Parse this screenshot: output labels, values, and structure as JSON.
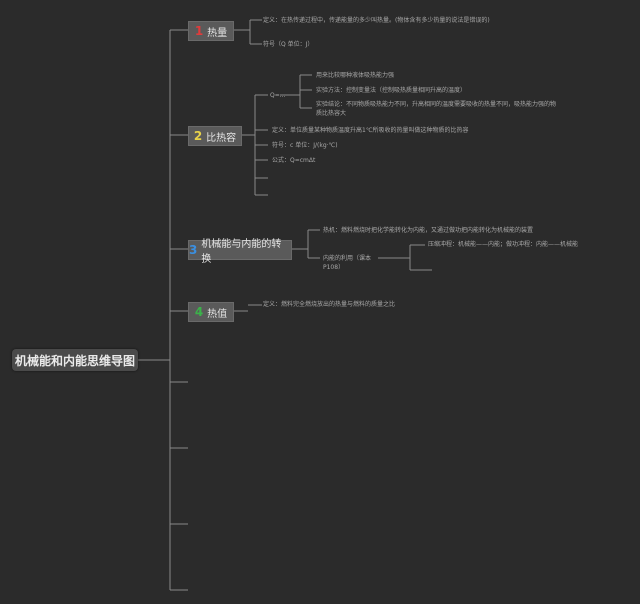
{
  "root": {
    "label": "机械能和内能思维导图"
  },
  "colors": {
    "background": "#2b2b2b",
    "line": "#8a8a8a",
    "badge1": "#e03b3b",
    "badge2": "#e8d24a",
    "badge3": "#3b8fe0",
    "badge4": "#3bb34a"
  },
  "branches": [
    {
      "number": "1",
      "label": "热量",
      "leaves": [
        "定义：在热传递过程中，传递能量的多少叫热量。(物体含有多少热量的说法是错误的)",
        "符号（Q 单位：J）"
      ]
    },
    {
      "number": "2",
      "label": "比热容",
      "sub_label": "Q=...",
      "sub_leaves": [
        "用来比较哪种液体吸热能力强",
        "实验方法：控制变量法（控制吸热质量相同升高的温度）",
        "实验结论：不同物质吸热能力不同，升高相同的温度需要吸收的热量不同，吸热能力强的物质比热容大"
      ],
      "leaves": [
        "定义：单位质量某种物质温度升高1℃所吸收的热量叫做这种物质的比热容",
        "符号：c  单位：J/(kg·℃)",
        "公式：Q=cmΔt"
      ]
    },
    {
      "number": "3",
      "label": "机械能与内能的转换",
      "leaves": [
        "热机：燃料燃烧时把化学能转化为内能，又通过做功把内能转化为机械能的装置",
        "内能的利用（课本P108）"
      ],
      "sub_leaves": [
        "压缩冲程：机械能——内能；做功冲程：内能——机械能"
      ]
    },
    {
      "number": "4",
      "label": "热值",
      "leaves": [
        "定义：燃料完全燃烧放出的热量与燃料的质量之比"
      ]
    }
  ]
}
